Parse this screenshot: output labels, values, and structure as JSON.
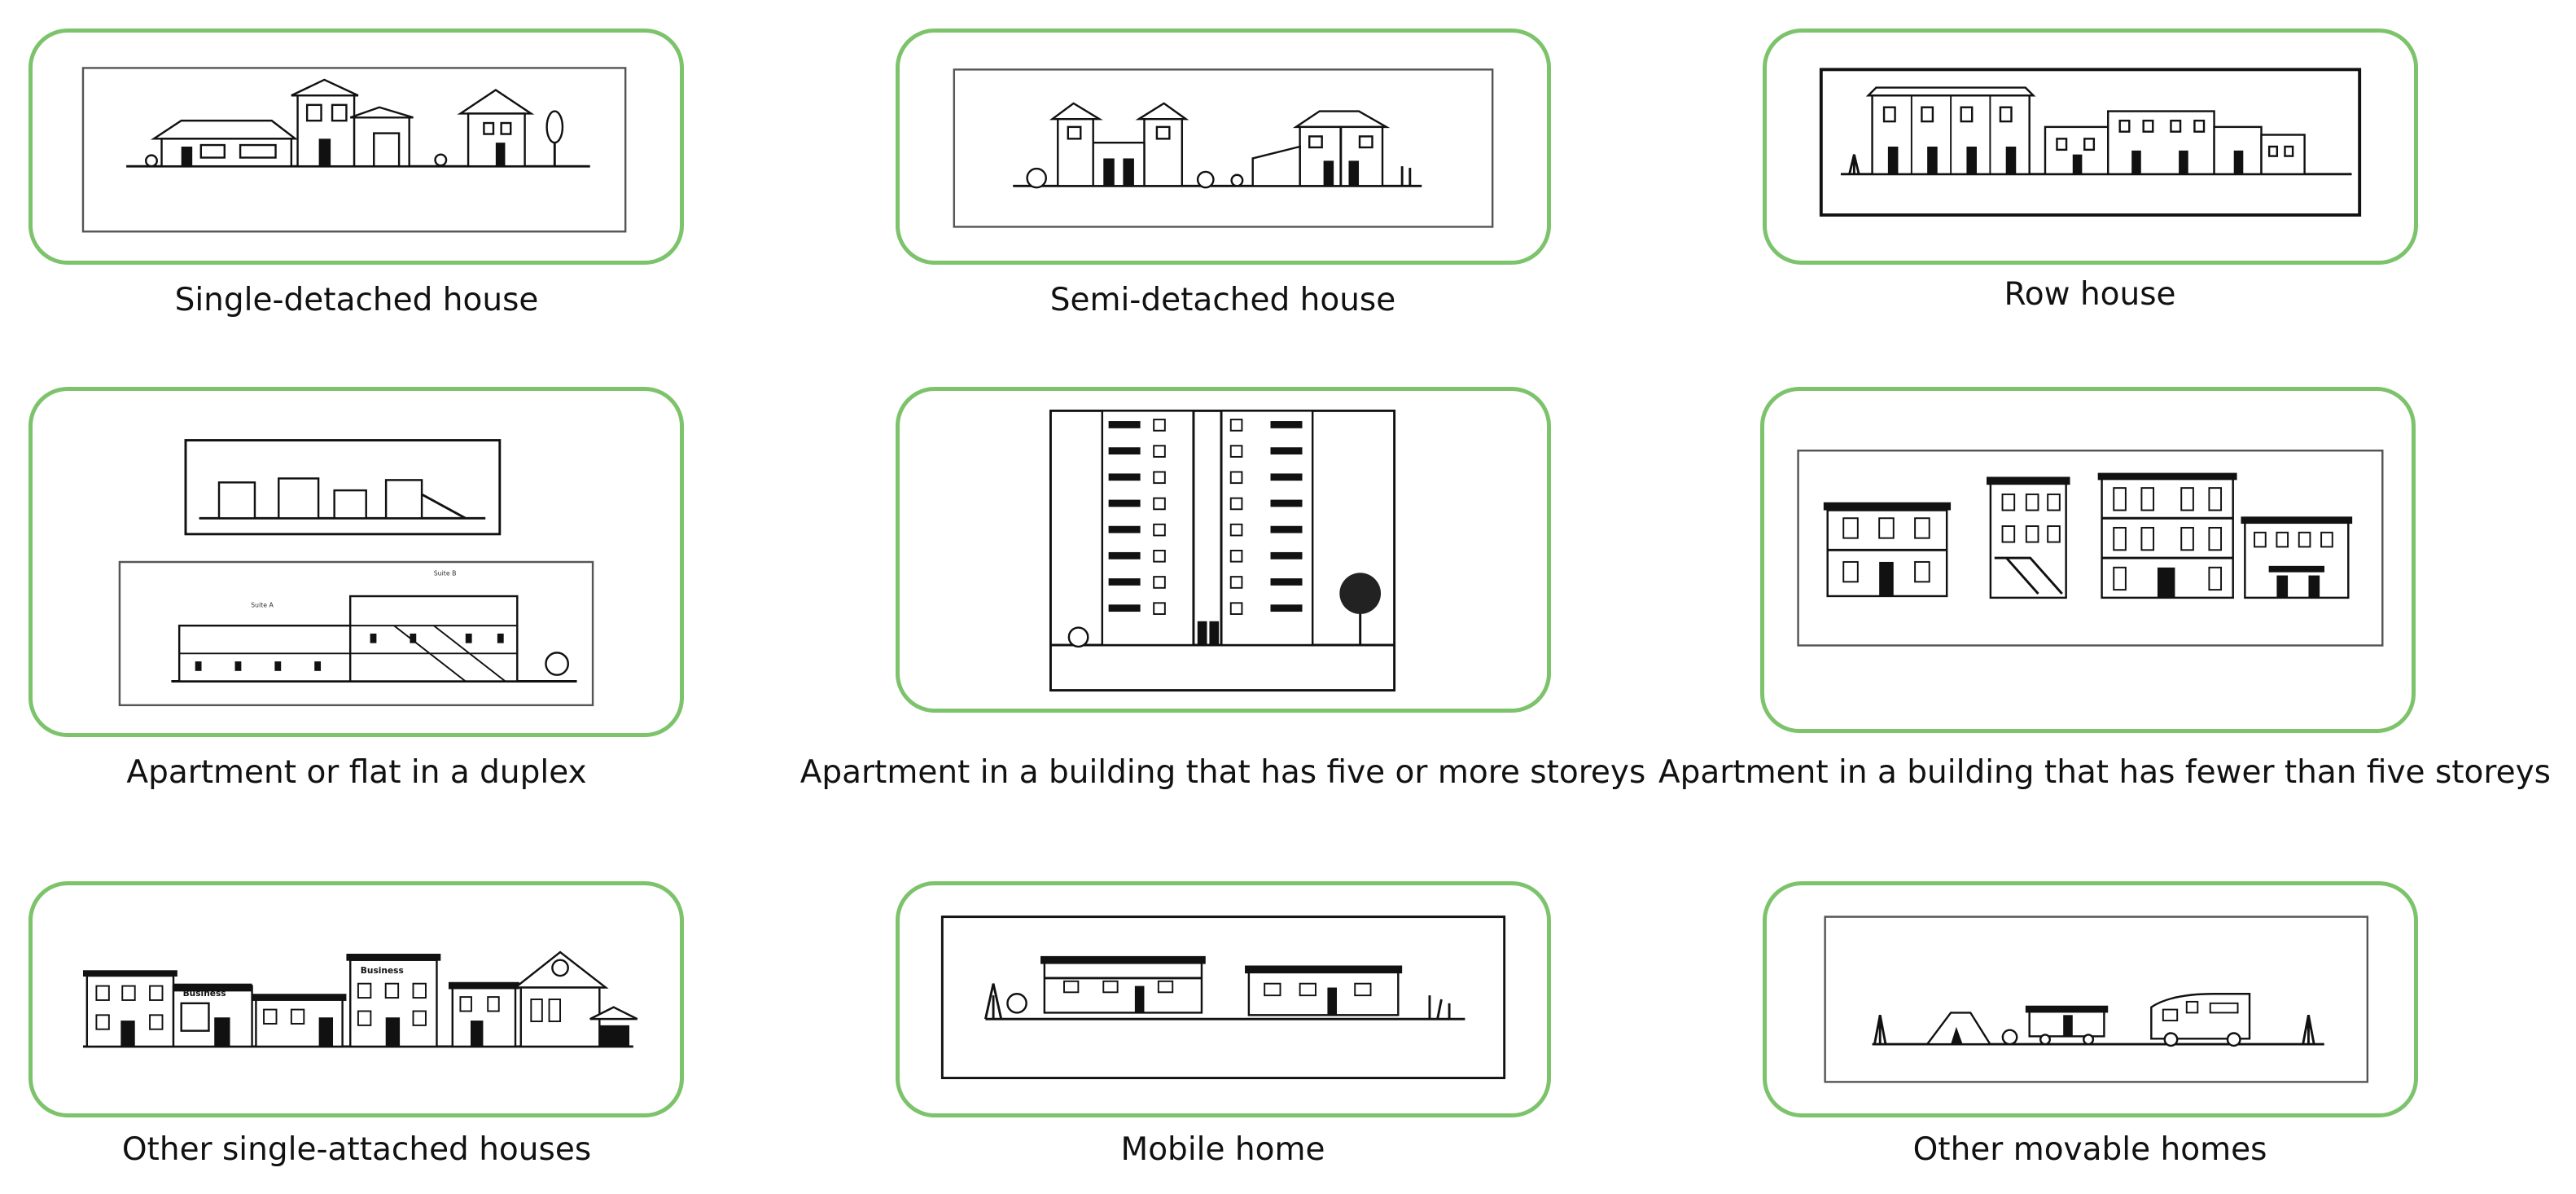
{
  "housing_types": [
    {
      "label": "Single-detached house"
    },
    {
      "label": "Semi-detached house"
    },
    {
      "label": "Row house"
    },
    {
      "label": "Apartment or flat in a duplex"
    },
    {
      "label": "Apartment in a building that has five or more storeys"
    },
    {
      "label": "Apartment in a building that has fewer than five storeys"
    },
    {
      "label": "Other single-attached houses"
    },
    {
      "label": "Mobile home"
    },
    {
      "label": "Other movable homes"
    }
  ],
  "duplex_labels": {
    "unit_a": "Suite A",
    "unit_b": "Suite B"
  },
  "business_signs": [
    "Business",
    "Business"
  ],
  "colors": {
    "card_border": "#7cc36b",
    "line_art": "#111111",
    "caption_text": "#111111"
  }
}
